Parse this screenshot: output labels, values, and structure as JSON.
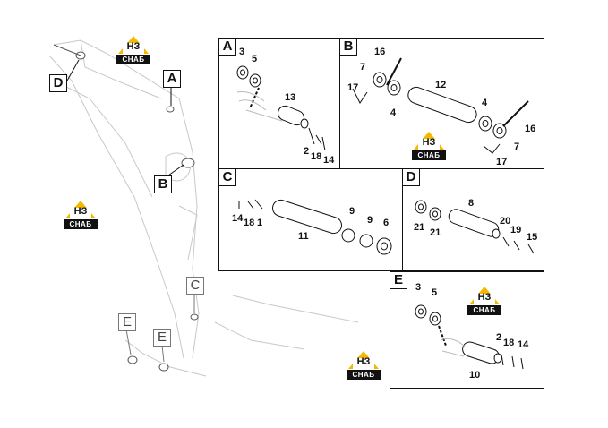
{
  "brand": {
    "logo_text": "СНАБ",
    "logo_mark": "НЗ",
    "accent": "#f5b800"
  },
  "overview": {
    "callouts": {
      "a": "A",
      "b": "B",
      "c": "C",
      "d": "D",
      "e1": "E",
      "e2": "E"
    }
  },
  "panels": {
    "a": {
      "label": "A",
      "parts": {
        "p3": "3",
        "p5": "5",
        "p13": "13",
        "p2": "2",
        "p18": "18",
        "p14": "14"
      }
    },
    "b": {
      "label": "B",
      "parts": {
        "p16a": "16",
        "p7a": "7",
        "p17a": "17",
        "p4a": "4",
        "p12": "12",
        "p4b": "4",
        "p16b": "16",
        "p7b": "7",
        "p17b": "17"
      }
    },
    "c": {
      "label": "C",
      "parts": {
        "p14": "14",
        "p18": "18",
        "p1": "1",
        "p11": "11",
        "p9a": "9",
        "p9b": "9",
        "p6": "6"
      }
    },
    "d": {
      "label": "D",
      "parts": {
        "p8": "8",
        "p21a": "21",
        "p21b": "21",
        "p20": "20",
        "p19": "19",
        "p15": "15"
      }
    },
    "e": {
      "label": "E",
      "parts": {
        "p3": "3",
        "p5": "5",
        "p2": "2",
        "p18": "18",
        "p14": "14",
        "p10": "10"
      }
    }
  }
}
